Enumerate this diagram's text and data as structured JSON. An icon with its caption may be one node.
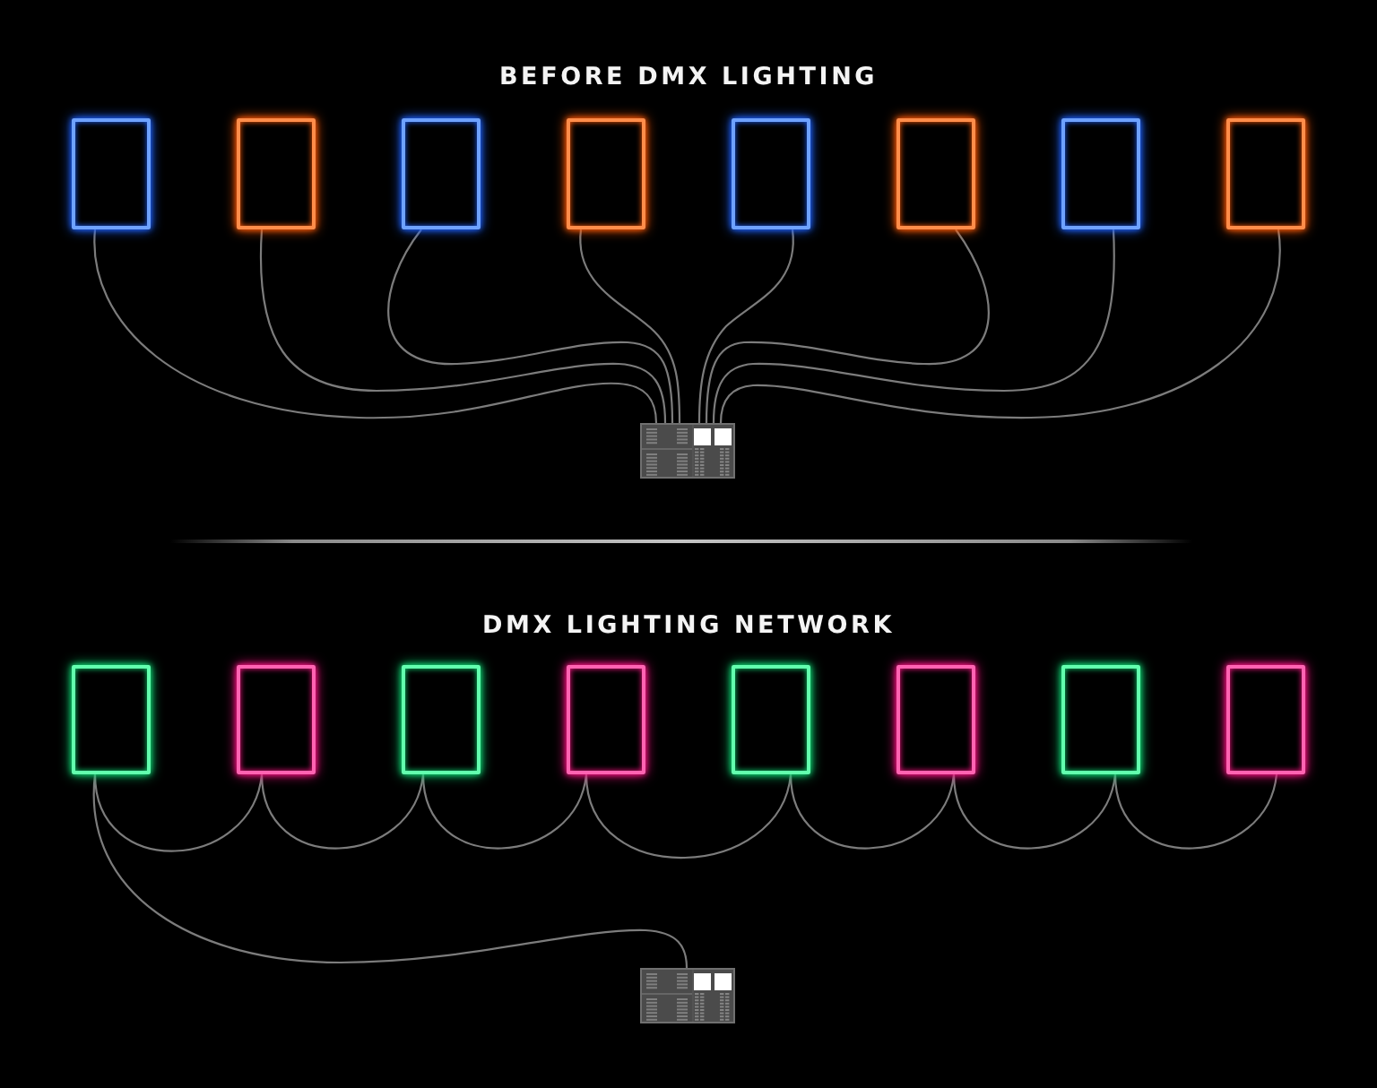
{
  "diagram": {
    "nodes": [
      {
        "text": [],
        "shape": "box"
      },
      {
        "text": [],
        "shape": "box"
      },
      {
        "text": [],
        "shape": "box"
      },
      {
        "text": [],
        "shape": "box"
      },
      {
        "text": [],
        "shape": "box"
      },
      {
        "text": [],
        "shape": "box"
      },
      {
        "text": [],
        "shape": "box"
      },
      {
        "text": [],
        "shape": "box"
      },
      {
        "text": [],
        "shape": "picture"
      },
      {
        "text": [],
        "shape": "box"
      },
      {
        "text": [],
        "shape": "box"
      },
      {
        "text": [],
        "shape": "box"
      },
      {
        "text": [],
        "shape": "box"
      },
      {
        "text": [],
        "shape": "box"
      },
      {
        "text": [],
        "shape": "box"
      },
      {
        "text": [],
        "shape": "box"
      },
      {
        "text": [],
        "shape": "box"
      },
      {
        "text": [],
        "shape": "picture"
      }
    ],
    "edges": [
      {
        "from": 0,
        "to": 8,
        "arrow": "none"
      },
      {
        "from": 1,
        "to": 8,
        "arrow": "none"
      },
      {
        "from": 2,
        "to": 8,
        "arrow": "none"
      },
      {
        "from": 3,
        "to": 8,
        "arrow": "none"
      },
      {
        "from": 4,
        "to": 8,
        "arrow": "none"
      },
      {
        "from": 5,
        "to": 8,
        "arrow": "none"
      },
      {
        "from": 6,
        "to": 8,
        "arrow": "none"
      },
      {
        "from": 7,
        "to": 8,
        "arrow": "none"
      },
      {
        "from": 9,
        "to": 10,
        "arrow": "none"
      },
      {
        "from": 10,
        "to": 11,
        "arrow": "none"
      },
      {
        "from": 11,
        "to": 12,
        "arrow": "none"
      },
      {
        "from": 12,
        "to": 13,
        "arrow": "none"
      },
      {
        "from": 13,
        "to": 14,
        "arrow": "none"
      },
      {
        "from": 14,
        "to": 15,
        "arrow": "none"
      },
      {
        "from": 15,
        "to": 16,
        "arrow": "none"
      },
      {
        "from": 9,
        "to": 17,
        "arrow": "none"
      }
    ],
    "labels": [
      "BEFORE DMX LIGHTING",
      "DMX LIGHTING NETWORK"
    ]
  }
}
